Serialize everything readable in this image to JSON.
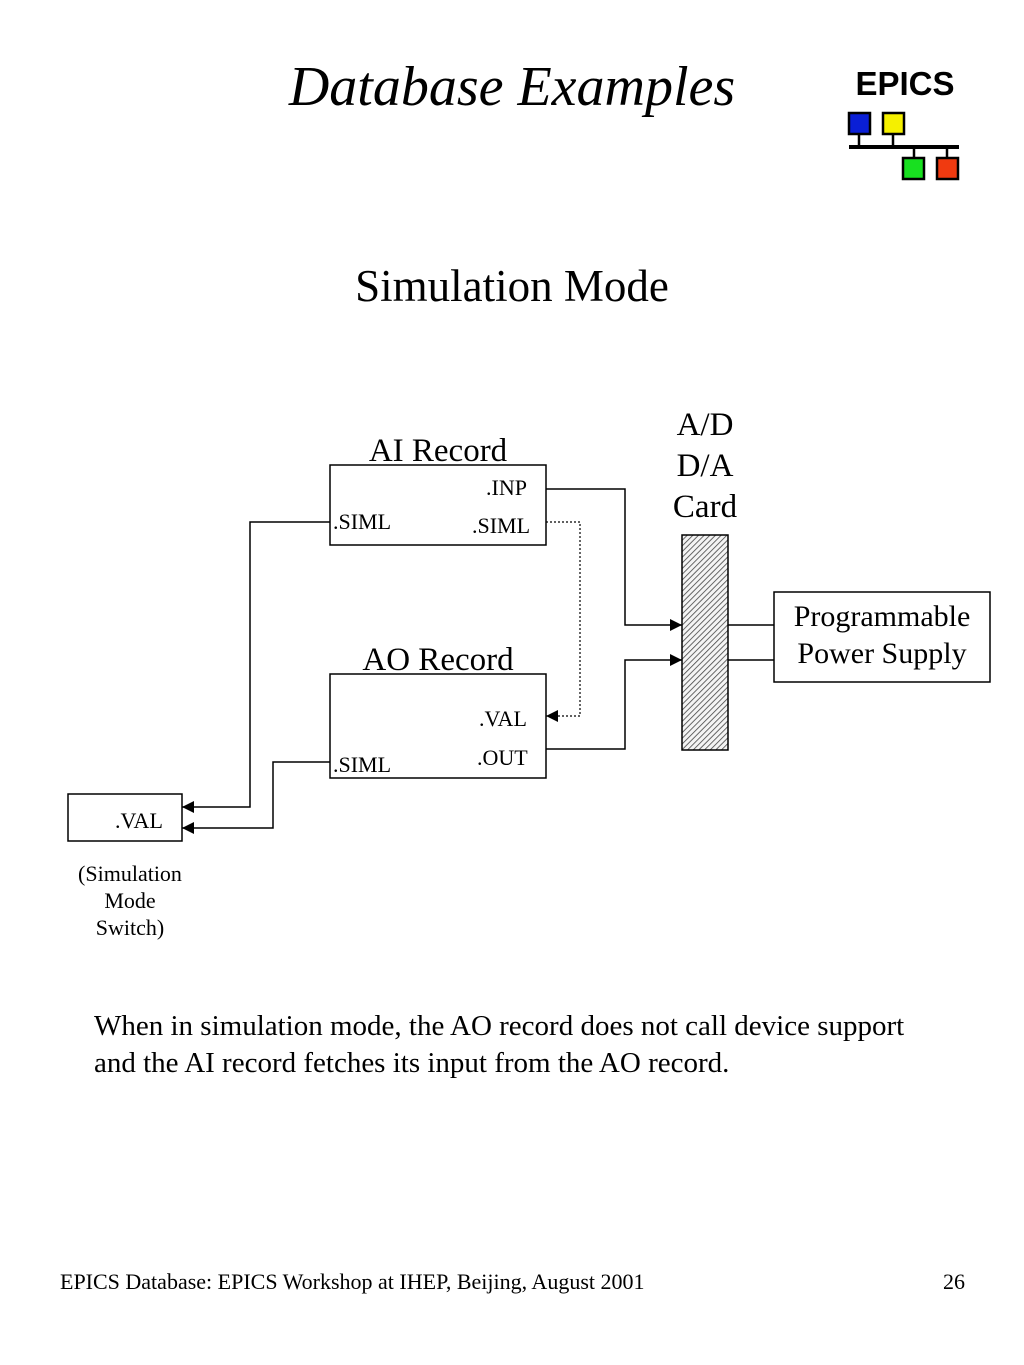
{
  "slide": {
    "title": "Database Examples",
    "subtitle": "Simulation Mode",
    "logo": {
      "text": "EPICS",
      "colors": [
        "#0a1fd6",
        "#f5f000",
        "#18e020",
        "#f03a10"
      ]
    },
    "body_text": "When in simulation mode, the AO record does not call device support and the AI record fetches its input from the AO record.",
    "footer": {
      "left": "EPICS Database: EPICS Workshop at IHEP, Beijing, August 2001",
      "page_number": "26"
    }
  },
  "diagram": {
    "ai_record": {
      "title": "AI Record",
      "field_inp": ".INP",
      "field_siml_left": ".SIML",
      "field_siml_right": ".SIML"
    },
    "ao_record": {
      "title": "AO Record",
      "field_val": ".VAL",
      "field_out": ".OUT",
      "field_siml": ".SIML"
    },
    "card": {
      "line1": "A/D",
      "line2": "D/A",
      "line3": "Card"
    },
    "power_supply": {
      "line1": "Programmable",
      "line2": "Power Supply"
    },
    "switch": {
      "field_val": ".VAL",
      "note_line1": "(Simulation",
      "note_line2": "Mode",
      "note_line3": "Switch)"
    }
  }
}
